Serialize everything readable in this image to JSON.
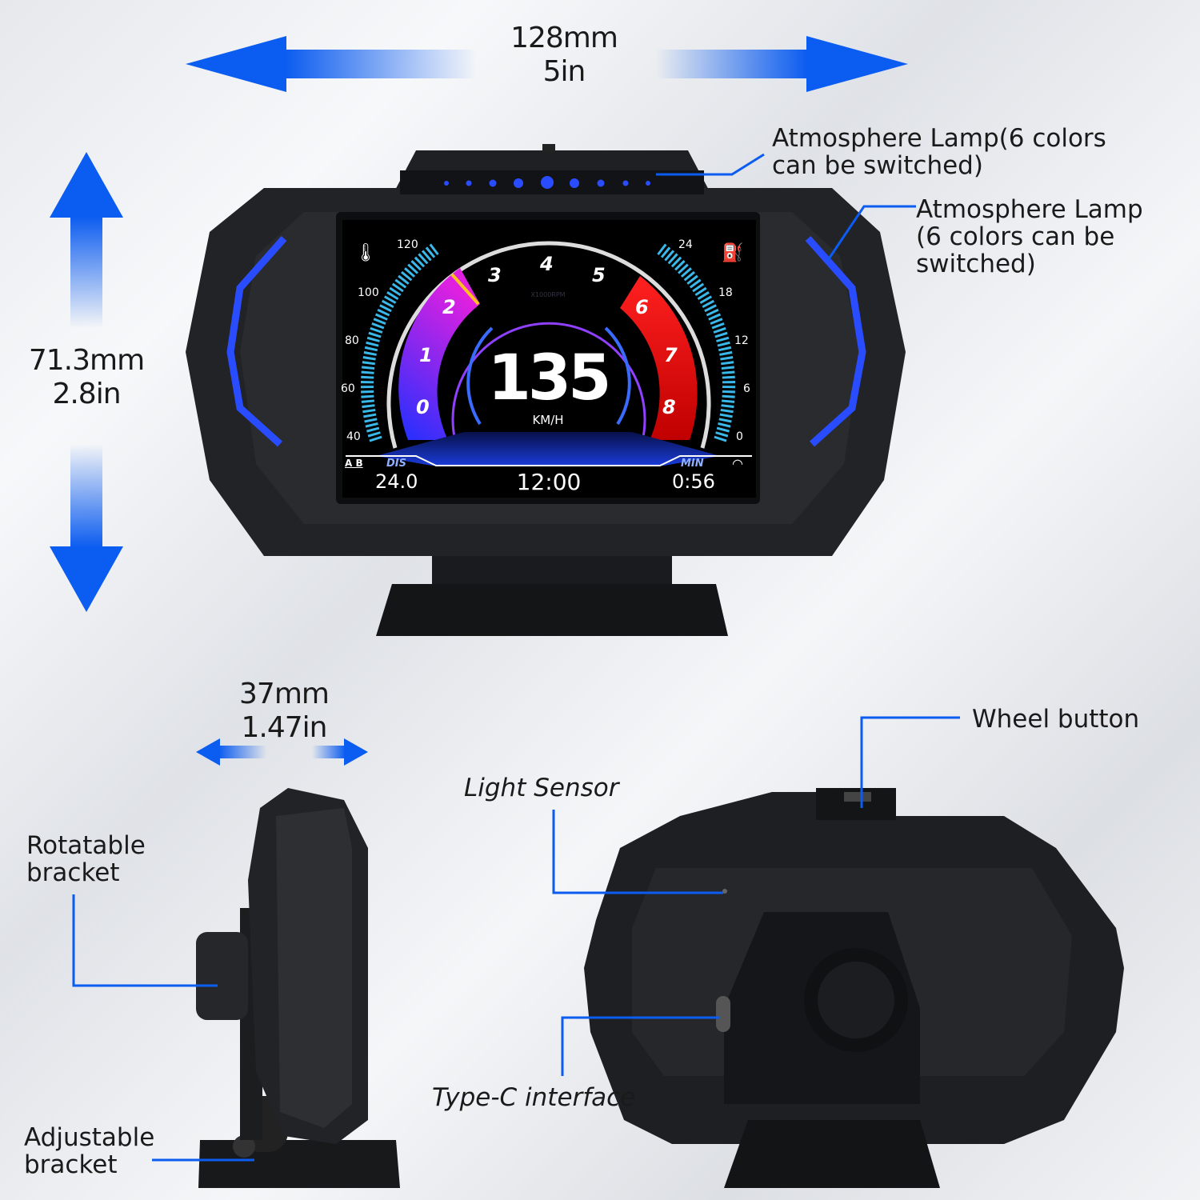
{
  "dimensions": {
    "width": {
      "mm": "128mm",
      "in": "5in"
    },
    "height": {
      "mm": "71.3mm",
      "in": "2.8in"
    },
    "depth": {
      "mm": "37mm",
      "in": "1.47in"
    }
  },
  "callouts": {
    "top_lamp": [
      "Atmosphere Lamp(6 colors",
      "can be switched)"
    ],
    "side_lamp": [
      "Atmosphere Lamp",
      "(6 colors can be",
      "switched)"
    ],
    "wheel_button": "Wheel button",
    "light_sensor": "Light Sensor",
    "type_c": "Type-C interface",
    "rotatable": [
      "Rotatable",
      "bracket"
    ],
    "adjustable": [
      "Adjustable",
      "bracket"
    ]
  },
  "screen": {
    "speed": "135",
    "speed_unit": "KM/H",
    "rpm_unit": "X1000RPM",
    "rpm_ticks": [
      "0",
      "1",
      "2",
      "3",
      "4",
      "5",
      "6",
      "7",
      "8"
    ],
    "temp_ticks": [
      "120",
      "100",
      "80",
      "60",
      "40"
    ],
    "fuel_ticks": [
      "24",
      "18",
      "12",
      "6",
      "0"
    ],
    "dis_label": "DIS",
    "dis_value": "24.0",
    "clock": "12:00",
    "min_label": "MIN",
    "min_value": "0:56",
    "ab_label": "A B",
    "icons": [
      "coolant-temp-icon",
      "fuel-pump-icon",
      "trip-ab-icon",
      "speed-gauge-icon"
    ]
  },
  "colors": {
    "accent": "#1763f0",
    "lamp": "#2a4cff",
    "device": "#1c1d20"
  }
}
